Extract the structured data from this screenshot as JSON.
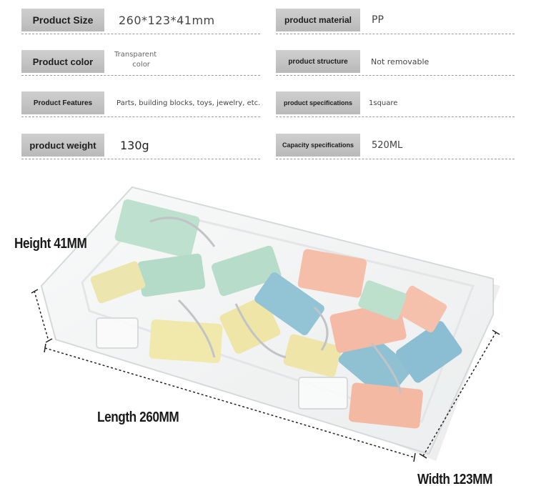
{
  "specs": [
    {
      "label": "Product Size",
      "value": "260*123*41mm"
    },
    {
      "label": "product material",
      "value": "PP"
    },
    {
      "label": "Product color",
      "value_line1": "Transparent",
      "value_line2": "color"
    },
    {
      "label": "product structure",
      "value": "Not removable"
    },
    {
      "label": "Product Features",
      "value": "Parts, building blocks, toys, jewelry, etc."
    },
    {
      "label": "product specifications",
      "value": "1square"
    },
    {
      "label": "product weight",
      "value": "130g"
    },
    {
      "label": "Capacity specifications",
      "value": "520ML"
    }
  ],
  "dimensions": {
    "height": "Height 41MM",
    "length": "Length 260MM",
    "width": "Width 123MM"
  },
  "colors": {
    "label_bg": "#c4c4c4",
    "clip_green": "#9fd2b6",
    "clip_yellow": "#eadc86",
    "clip_blue": "#69b0c8",
    "clip_orange": "#f0a184"
  }
}
